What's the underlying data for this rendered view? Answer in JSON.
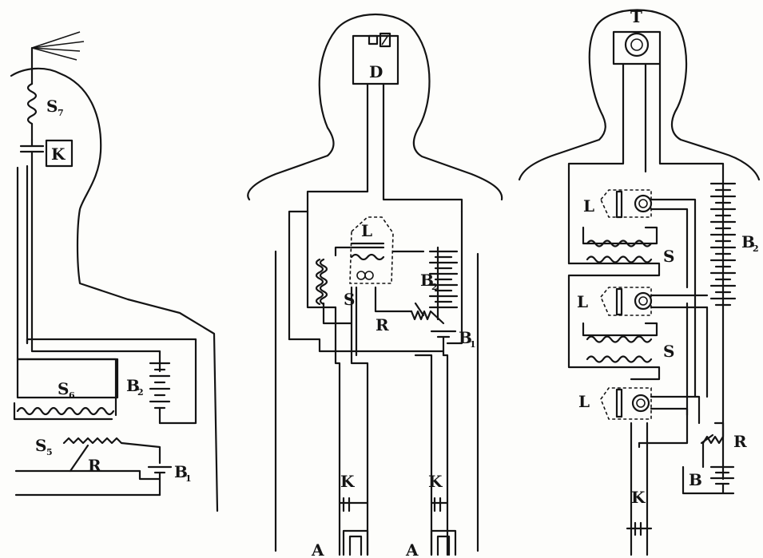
{
  "left_figure": {
    "labels": {
      "s7": "S",
      "s7_sub": "7",
      "k": "K",
      "s6": "S",
      "s6_sub": "6",
      "b2": "B",
      "b2_sub": "2",
      "s5": "S",
      "s5_sub": "5",
      "r": "R",
      "b1": "B",
      "b1_sub": "1"
    }
  },
  "middle_figure": {
    "labels": {
      "d": "D",
      "l": "L",
      "s": "S",
      "b2": "B",
      "b2_sub": "2",
      "r": "R",
      "b1": "B",
      "b1_sub": "1",
      "k_left": "K",
      "k_right": "K",
      "a_left": "A",
      "a_right": "A"
    }
  },
  "right_figure": {
    "labels": {
      "t": "T",
      "l_top": "L",
      "b2": "B",
      "b2_sub": "2",
      "s_top": "S",
      "l_mid": "L",
      "s_mid": "S",
      "l_bot": "L",
      "r": "R",
      "b": "B",
      "k": "K"
    }
  }
}
